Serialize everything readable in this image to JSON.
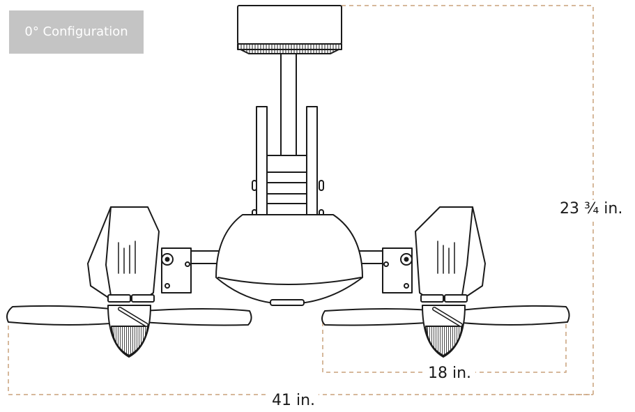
{
  "configuration": {
    "label": "0° Configuration"
  },
  "dimensions": {
    "height": "23 ¾ in.",
    "head_width": "18 in.",
    "overall_width": "41 in."
  },
  "colors": {
    "dimension_line": "#c9a07a",
    "outline": "#1a1a1a",
    "badge": "#c4c4c4",
    "badge_text": "#ffffff"
  }
}
